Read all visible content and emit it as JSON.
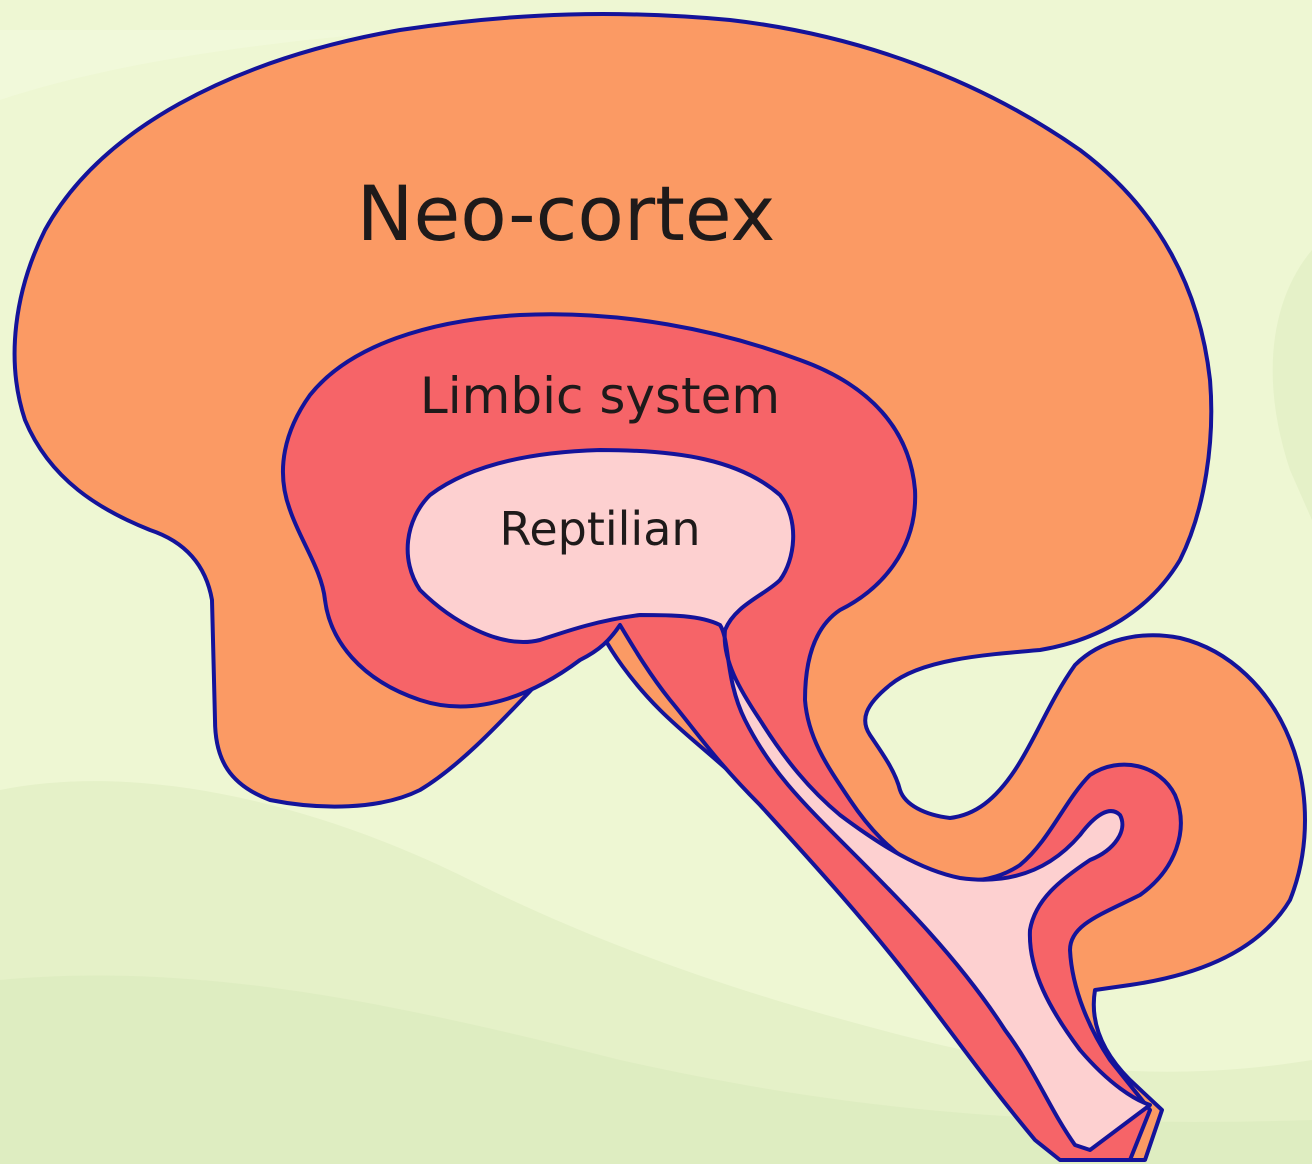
{
  "diagram": {
    "layers": [
      {
        "id": "neo-cortex",
        "label": "Neo-cortex",
        "color": "#fb9a64"
      },
      {
        "id": "limbic-system",
        "label": "Limbic system",
        "color": "#f66468"
      },
      {
        "id": "reptilian",
        "label": "Reptilian",
        "color": "#fdd0d0"
      }
    ],
    "outline_color": "#14139a",
    "background_color": "#eef7d2"
  }
}
